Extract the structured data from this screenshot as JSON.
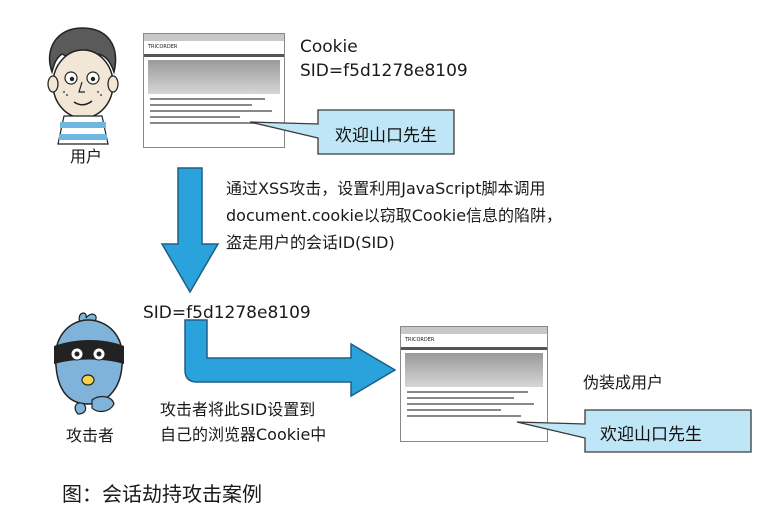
{
  "user": {
    "label": "用户"
  },
  "attacker": {
    "label": "攻击者"
  },
  "victim_page": {
    "cookie_title": "Cookie",
    "cookie_value": "SID=f5d1278e8109",
    "site_logo": "TRICORDER",
    "greeting": "欢迎山口先生"
  },
  "steps": {
    "step1_lines": [
      "通过XSS攻击，设置利用JavaScript脚本调用",
      "document.cookie以窃取Cookie信息的陷阱，",
      "盗走用户的会话ID(SID)"
    ],
    "stolen_sid": "SID=f5d1278e8109",
    "step2_lines": [
      "攻击者将此SID设置到",
      "自己的浏览器Cookie中"
    ]
  },
  "attacker_page": {
    "site_logo": "TRICORDER",
    "impersonate_label": "伪装成用户",
    "greeting": "欢迎山口先生"
  },
  "caption": "图：会话劫持攻击案例",
  "colors": {
    "arrow": "#2aa2dc",
    "arrow_outline": "#1f5f85",
    "callout": "#bfe6f6",
    "callout_border": "#3a3a3a",
    "skin": "#f2e6d6",
    "attacker_skin": "#7fb3d9"
  }
}
